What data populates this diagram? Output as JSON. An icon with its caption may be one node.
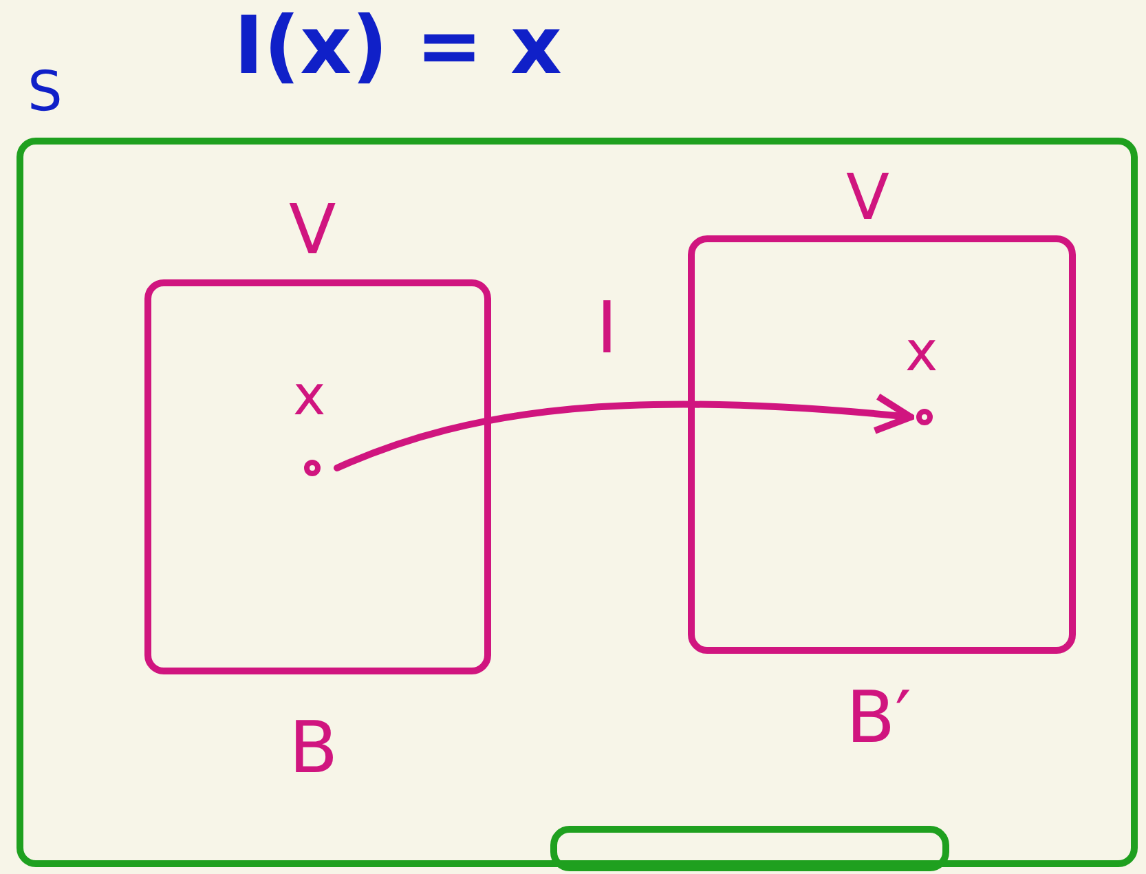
{
  "diagram": {
    "title": "I(x) = x",
    "nodes": [
      {
        "text": [
          "S"
        ]
      },
      {
        "text": [
          "V"
        ],
        "beside": [
          "B"
        ],
        "in": 0
      },
      {
        "text": [
          "x"
        ],
        "in": 1
      },
      {
        "text": [
          "V"
        ],
        "beside": [
          "B′"
        ],
        "in": 0
      },
      {
        "text": [
          "x"
        ],
        "in": 3
      },
      {
        "text": [],
        "shape": "box"
      }
    ],
    "edges": [
      {
        "from": 2,
        "to": 4,
        "arrow": "to",
        "label": "I"
      }
    ]
  }
}
